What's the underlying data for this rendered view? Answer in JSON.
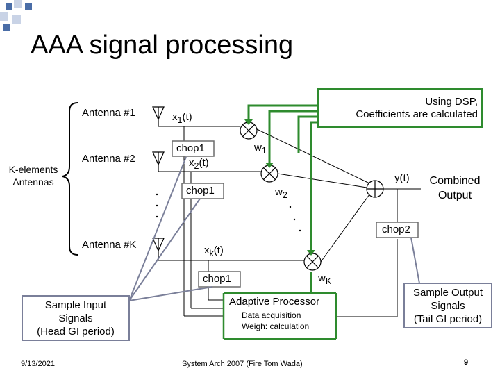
{
  "slide": {
    "title": "AAA signal processing",
    "footer_date": "9/13/2021",
    "footer_center": "System Arch 2007 (Fire Tom Wada)",
    "page_number": "9"
  },
  "colors": {
    "title_square_blue": "#4a6da7",
    "title_square_light": "#c9d3e6",
    "green": "#2e8b2e",
    "gray_callout": "#7a7f99",
    "chop_border": "#6b6b6b"
  },
  "diagram": {
    "group_label": [
      "K-elements",
      "Antennas"
    ],
    "antennas": [
      "Antenna #1",
      "Antenna #2",
      "Antenna #K"
    ],
    "signals": {
      "x1": "x",
      "x1_sub": "1",
      "x1_tail": "(t)",
      "x2": "x",
      "x2_sub": "2",
      "x2_tail": "(t)",
      "xk": "x",
      "xk_sub": "k",
      "xk_tail": "(t)",
      "y": "y(t)"
    },
    "weights": {
      "w1": "w",
      "w1_sub": "1",
      "w2": "w",
      "w2_sub": "2",
      "wk": "w",
      "wk_sub": "K"
    },
    "chop_label": "chop1",
    "chop2_label": "chop2",
    "combined_output": [
      "Combined",
      "Output"
    ],
    "dsp_note": [
      "Using DSP,",
      "Coefficients are calculated"
    ],
    "adaptive_processor": {
      "title": "Adaptive Processor",
      "line1": "Data acquisition",
      "line2": "Weigh: calculation"
    },
    "sample_input": [
      "Sample Input",
      "Signals",
      "(Head GI period)"
    ],
    "sample_output": [
      "Sample Output",
      "Signals",
      "(Tail GI period)"
    ]
  }
}
